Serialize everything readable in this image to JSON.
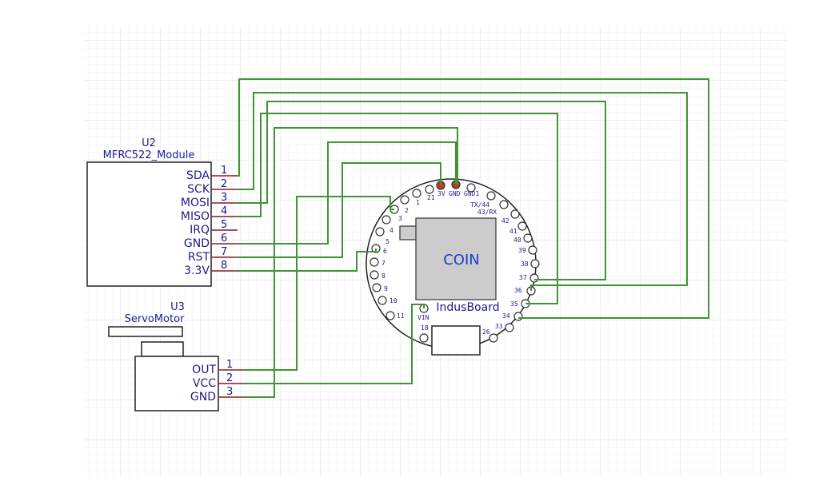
{
  "u2": {
    "ref": "U2",
    "name": "MFRC522_Module",
    "pins": [
      {
        "label": "SDA",
        "num": "1"
      },
      {
        "label": "SCK",
        "num": "2"
      },
      {
        "label": "MOSI",
        "num": "3"
      },
      {
        "label": "MISO",
        "num": "4"
      },
      {
        "label": "IRQ",
        "num": "5"
      },
      {
        "label": "GND",
        "num": "6"
      },
      {
        "label": "RST",
        "num": "7"
      },
      {
        "label": "3.3V",
        "num": "8"
      }
    ]
  },
  "u3": {
    "ref": "U3",
    "name": "ServoMotor",
    "pins": [
      {
        "label": "OUT",
        "num": "1"
      },
      {
        "label": "VCC",
        "num": "2"
      },
      {
        "label": "GND",
        "num": "3"
      }
    ]
  },
  "board": {
    "name": "IndusBoard",
    "chip": "COIN",
    "pin_labels": {
      "p3v": "3V",
      "gnd": "GND",
      "gnd1": "GND1",
      "tx": "TX/44",
      "rx": "43/RX",
      "p21": "21",
      "p1": "1",
      "p2": "2",
      "p3": "3",
      "p4": "4",
      "p5": "5",
      "p6": "6",
      "p7": "7",
      "p8": "8",
      "p9": "9",
      "p10": "10",
      "p11": "11",
      "vin": "VIN",
      "p18": "18",
      "p26": "26",
      "p33": "33",
      "p34": "34",
      "p35": "35",
      "p36": "36",
      "p37": "37",
      "p38": "38",
      "p39": "39",
      "p40": "40",
      "p41": "41",
      "p42": "42"
    }
  },
  "colors": {
    "wire": "#3f9433",
    "pin": "#8b1a1a",
    "label": "#1c1c8c",
    "chip": "#cccccc",
    "grid": "#e6e6e6"
  }
}
